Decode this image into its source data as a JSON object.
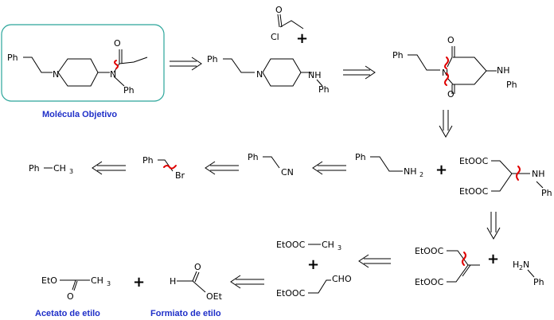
{
  "captions": {
    "target": "Molécula Objetivo",
    "ethyl_acetate": "Acetato de etilo",
    "ethyl_formate": "Formiato de etilo"
  },
  "labels": {
    "ph": "Ph",
    "n": "N",
    "nh": "NH",
    "o": "O",
    "cl": "Cl",
    "br": "Br",
    "cn": "CN",
    "ch3": "CH",
    "three": "3",
    "nh2": "NH",
    "two": "2",
    "h2n": "H",
    "etooc": "EtOOC",
    "eto": "EtO",
    "oet": "OEt",
    "h": "H",
    "cho": "CHO"
  },
  "symbols": {
    "plus": "+"
  },
  "colors": {
    "target_box_border": "#2aa59a",
    "disconnection": "#e00000",
    "caption": "#1f2fc8"
  }
}
